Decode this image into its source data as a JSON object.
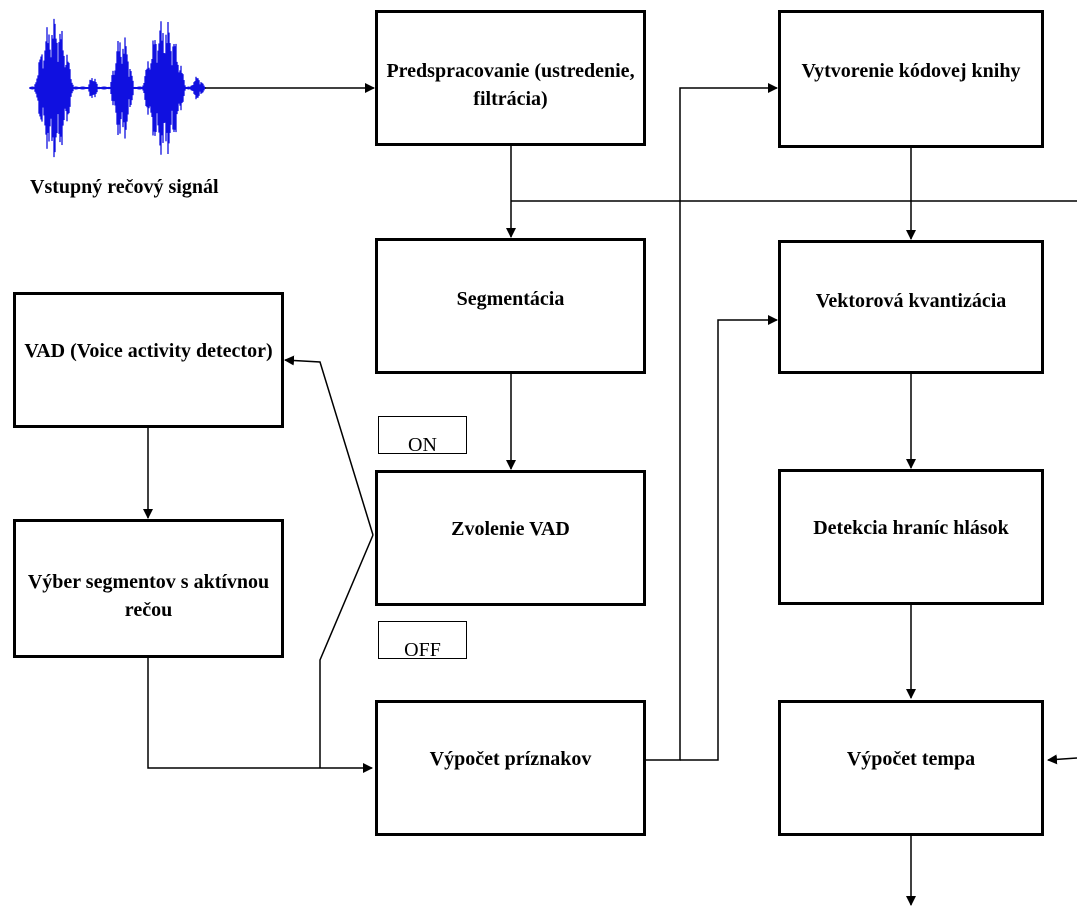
{
  "input_signal": {
    "label": "Vstupný rečový signál",
    "color": "#1010e0"
  },
  "blocks": {
    "preprocessing": "Predspracovanie (ustredenie, filtrácia)",
    "codebook": "Vytvorenie kódovej knihy",
    "segmentation": "Segmentácia",
    "vector_quantization": "Vektorová kvantizácia",
    "vad": "VAD (Voice activity detector)",
    "vad_selection": "Zvolenie VAD",
    "segment_selection": "Výber segmentov s aktívnou rečou",
    "phone_boundaries": "Detekcia hraníc hlások",
    "feature_extraction": "Výpočet  príznakov",
    "tempo_computation": "Výpočet tempa"
  },
  "switch": {
    "on": "ON",
    "off": "OFF"
  }
}
